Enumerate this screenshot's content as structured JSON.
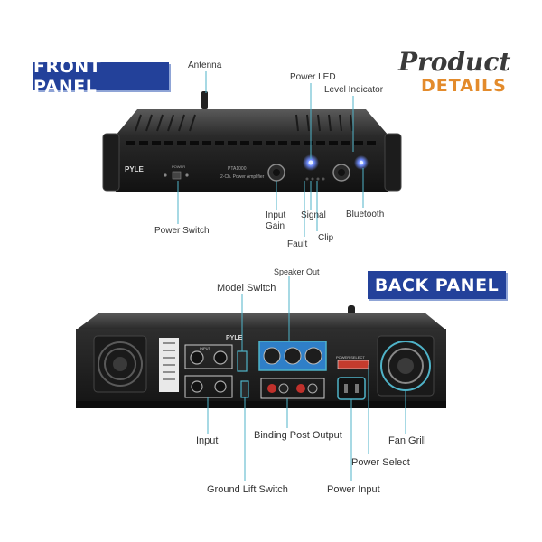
{
  "banners": {
    "front": "FRONT PANEL",
    "back": "BACK PANEL"
  },
  "badge": {
    "title": "Product",
    "subtitle": "DETAILS"
  },
  "front_labels": {
    "antenna": "Antenna",
    "power_led": "Power LED",
    "level_indicator": "Level Indicator",
    "power_switch": "Power Switch",
    "input_gain_1": "Input",
    "input_gain_2": "Gain",
    "signal": "Signal",
    "bluetooth": "Bluetooth",
    "fault": "Fault",
    "clip": "Clip"
  },
  "back_labels": {
    "speaker_out": "Speaker Out",
    "model_switch": "Model Switch",
    "input": "Input",
    "binding_post_output": "Binding Post Output",
    "fan_grill": "Fan Grill",
    "power_select": "Power Select",
    "ground_lift_switch": "Ground Lift Switch",
    "power_input": "Power Input"
  },
  "device": {
    "brand": "PYLE",
    "front_model": "PTA1000",
    "front_desc": "2-Ch. Power Amplifier",
    "front_power": "POWER",
    "back_input": "INPUT",
    "back_power_select": "POWER SELECT"
  },
  "colors": {
    "banner": "#23419a",
    "accent_orange": "#e38b2c",
    "callout_line": "#4fb3c8",
    "led_blue": "#5a7bff",
    "terminal_blue": "#2f7fc8"
  }
}
